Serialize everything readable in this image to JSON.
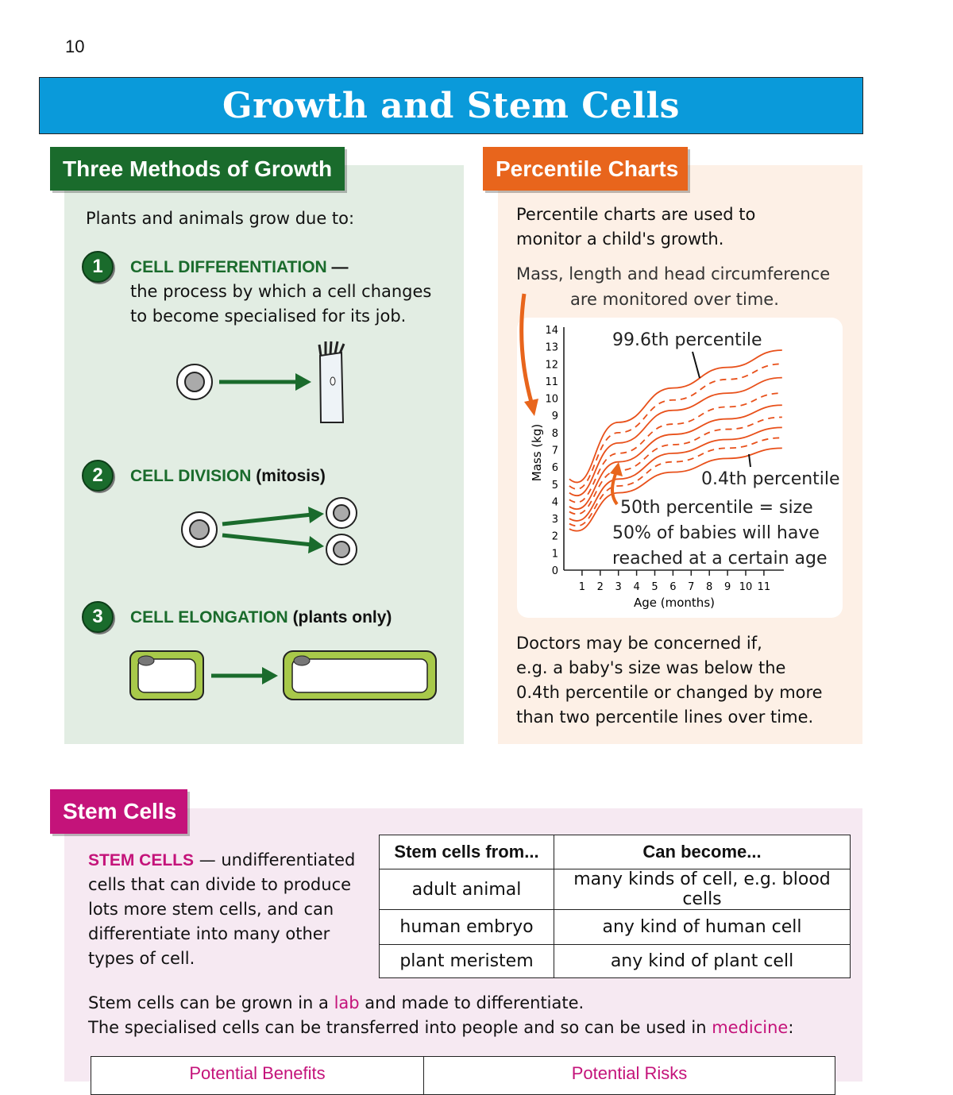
{
  "page_number": "10",
  "title": "Growth and Stem Cells",
  "growth": {
    "heading": "Three Methods of Growth",
    "intro": "Plants and animals grow due to:",
    "methods": [
      {
        "num": "1",
        "name": "CELL DIFFERENTIATION",
        "suffix": " —",
        "desc1": "the process by which a cell changes",
        "desc2": "to become specialised for its job."
      },
      {
        "num": "2",
        "name": "CELL DIVISION",
        "suffix": " (mitosis)"
      },
      {
        "num": "3",
        "name": "CELL ELONGATION",
        "suffix": " (plants only)"
      }
    ]
  },
  "percentile": {
    "heading": "Percentile Charts",
    "intro1": "Percentile charts are used to",
    "intro2": "monitor a child's growth.",
    "note1": "Mass, length and head circumference",
    "note2": "are monitored over time.",
    "concern": [
      "Doctors may be concerned if,",
      "e.g. a baby's size was below the",
      "0.4th percentile or changed by more",
      "than two percentile lines over time."
    ]
  },
  "chart_data": {
    "type": "line",
    "xlabel": "Age (months)",
    "ylabel": "Mass (kg)",
    "xlim": [
      0,
      12
    ],
    "ylim": [
      0,
      14
    ],
    "xticks": [
      "1",
      "2",
      "3",
      "4",
      "5",
      "6",
      "7",
      "8",
      "9",
      "10",
      "11"
    ],
    "yticks": [
      "0",
      "1",
      "2",
      "3",
      "4",
      "5",
      "6",
      "7",
      "8",
      "9",
      "10",
      "11",
      "12",
      "13",
      "14"
    ],
    "x": [
      0.3,
      3,
      6,
      9,
      12
    ],
    "series": [
      {
        "values": [
          5.3,
          8.6,
          10.6,
          11.8,
          12.8
        ],
        "style": "solid"
      },
      {
        "values": [
          4.9,
          8.0,
          9.9,
          11.1,
          12.0
        ],
        "style": "dashed"
      },
      {
        "values": [
          4.5,
          7.4,
          9.3,
          10.3,
          11.2
        ],
        "style": "solid"
      },
      {
        "values": [
          4.1,
          6.8,
          8.5,
          9.5,
          10.3
        ],
        "style": "dashed"
      },
      {
        "values": [
          3.7,
          6.3,
          7.9,
          8.8,
          9.6
        ],
        "style": "solid"
      },
      {
        "values": [
          3.4,
          5.8,
          7.3,
          8.2,
          8.9
        ],
        "style": "dashed"
      },
      {
        "values": [
          3.0,
          5.3,
          6.8,
          7.6,
          8.3
        ],
        "style": "solid"
      },
      {
        "values": [
          2.7,
          4.9,
          6.3,
          7.1,
          7.7
        ],
        "style": "dashed"
      },
      {
        "values": [
          2.4,
          4.5,
          5.7,
          6.5,
          7.1
        ],
        "style": "solid"
      }
    ],
    "line_color": "#e8501a",
    "annotations": {
      "top": "99.6th percentile",
      "bottom": "0.4th percentile",
      "mid1": "50th percentile = size",
      "mid2": "50% of babies will have",
      "mid3": "reached at a certain age"
    },
    "grid": false
  },
  "stem": {
    "heading": "Stem Cells",
    "def_term": "STEM CELLS",
    "def_rest": " — undifferentiated",
    "def_lines": [
      "cells that can divide to produce",
      "lots more stem cells, and can",
      "differentiate into many other",
      "types of cell."
    ],
    "table": {
      "headers": [
        "Stem cells from...",
        "Can become..."
      ],
      "rows": [
        [
          "adult animal",
          "many kinds of cell, e.g. blood cells"
        ],
        [
          "human embryo",
          "any kind of human cell"
        ],
        [
          "plant meristem",
          "any kind of plant cell"
        ]
      ]
    },
    "line1_a": "Stem cells can be grown in a ",
    "line1_b": "lab",
    "line1_c": " and made to differentiate.",
    "line2_a": "The specialised cells can be transferred into people and so can be used in ",
    "line2_b": "medicine",
    "line2_c": ":",
    "bottom_headers": [
      "Potential Benefits",
      "Potential Risks"
    ]
  },
  "colors": {
    "title_bar": "#0a9ada",
    "growth": "#1a6b2c",
    "percentile": "#e8651c",
    "stem": "#c4137a"
  }
}
